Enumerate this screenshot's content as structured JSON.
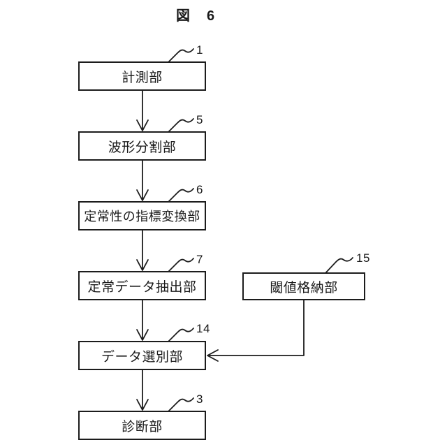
{
  "figure": {
    "title": "図　6",
    "type": "block-flow-diagram"
  },
  "diagram": {
    "nodes": [
      {
        "id": "measurement",
        "label": "計測部",
        "ref": "1"
      },
      {
        "id": "waveform-division",
        "label": "波形分割部",
        "ref": "5"
      },
      {
        "id": "stationarity-conversion",
        "label": "定常性の指標変換部",
        "ref": "6"
      },
      {
        "id": "stationary-extraction",
        "label": "定常データ抽出部",
        "ref": "7"
      },
      {
        "id": "threshold-storage",
        "label": "閾値格納部",
        "ref": "15"
      },
      {
        "id": "data-selection",
        "label": "データ選別部",
        "ref": "14"
      },
      {
        "id": "diagnosis",
        "label": "診断部",
        "ref": "3"
      }
    ],
    "edges": [
      {
        "from": "measurement",
        "to": "waveform-division",
        "type": "arrow-down"
      },
      {
        "from": "waveform-division",
        "to": "stationarity-conversion",
        "type": "arrow-down"
      },
      {
        "from": "stationarity-conversion",
        "to": "stationary-extraction",
        "type": "arrow-down"
      },
      {
        "from": "stationary-extraction",
        "to": "data-selection",
        "type": "arrow-down"
      },
      {
        "from": "threshold-storage",
        "to": "data-selection",
        "type": "arrow-left-elbow"
      },
      {
        "from": "data-selection",
        "to": "diagnosis",
        "type": "arrow-down"
      }
    ]
  },
  "colors": {
    "line": "#1c1c1c",
    "text": "#1a1a1a",
    "background": "#ffffff"
  }
}
